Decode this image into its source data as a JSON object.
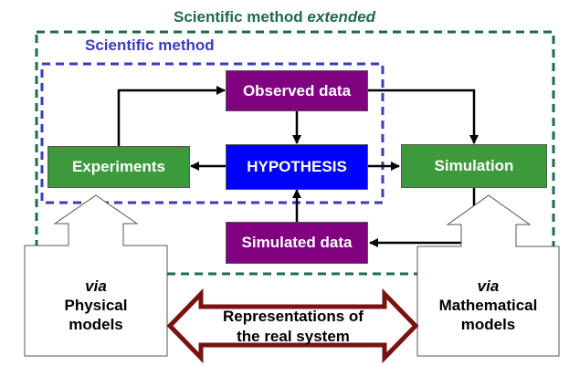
{
  "labels": {
    "outer_title_main": "Scientific method",
    "outer_title_emph": "extended",
    "inner_title": "Scientific method"
  },
  "boxes": {
    "observed": "Observed data",
    "hypothesis": "HYPOTHESIS",
    "experiments": "Experiments",
    "simulation": "Simulation",
    "simulated": "Simulated data"
  },
  "callouts": {
    "physical": {
      "via": "via",
      "line1": "Physical",
      "line2": "models"
    },
    "mathematical": {
      "via": "via",
      "line1": "Mathematical",
      "line2": "models"
    }
  },
  "representation": {
    "line1": "Representations of",
    "line2": "the real system"
  },
  "colors": {
    "outer_frame": "#1e6b4e",
    "inner_frame": "#3b3bbf",
    "purple_box": "#800080",
    "blue_box": "#0000ff",
    "green_box": "#3c9a3c",
    "double_arrow": "#7b1212"
  }
}
